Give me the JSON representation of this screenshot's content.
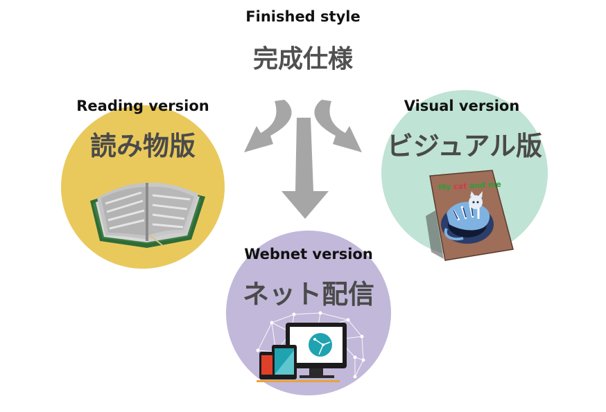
{
  "header": {
    "title_en": "Finished style",
    "title_jp": "完成仕様"
  },
  "versions": [
    {
      "id": "reading",
      "label_en": "Reading version",
      "label_jp": "読み物版",
      "color": "#E9C95C",
      "icon": "open-book-icon"
    },
    {
      "id": "visual",
      "label_en": "Visual version",
      "label_jp": "ビジュアル版",
      "color": "#BFE3D5",
      "icon": "cat-magazine-icon",
      "magazine_title": {
        "part1": "My ",
        "part2": "cat",
        "part3": " and me"
      }
    },
    {
      "id": "webnet",
      "label_en": "Webnet version",
      "label_jp": "ネット配信",
      "color": "#C2B8DA",
      "icon": "devices-network-icon"
    }
  ],
  "colors": {
    "arrow": "#A6A6A6",
    "text_dark": "#111111",
    "text_jp": "#4a4a4a"
  }
}
